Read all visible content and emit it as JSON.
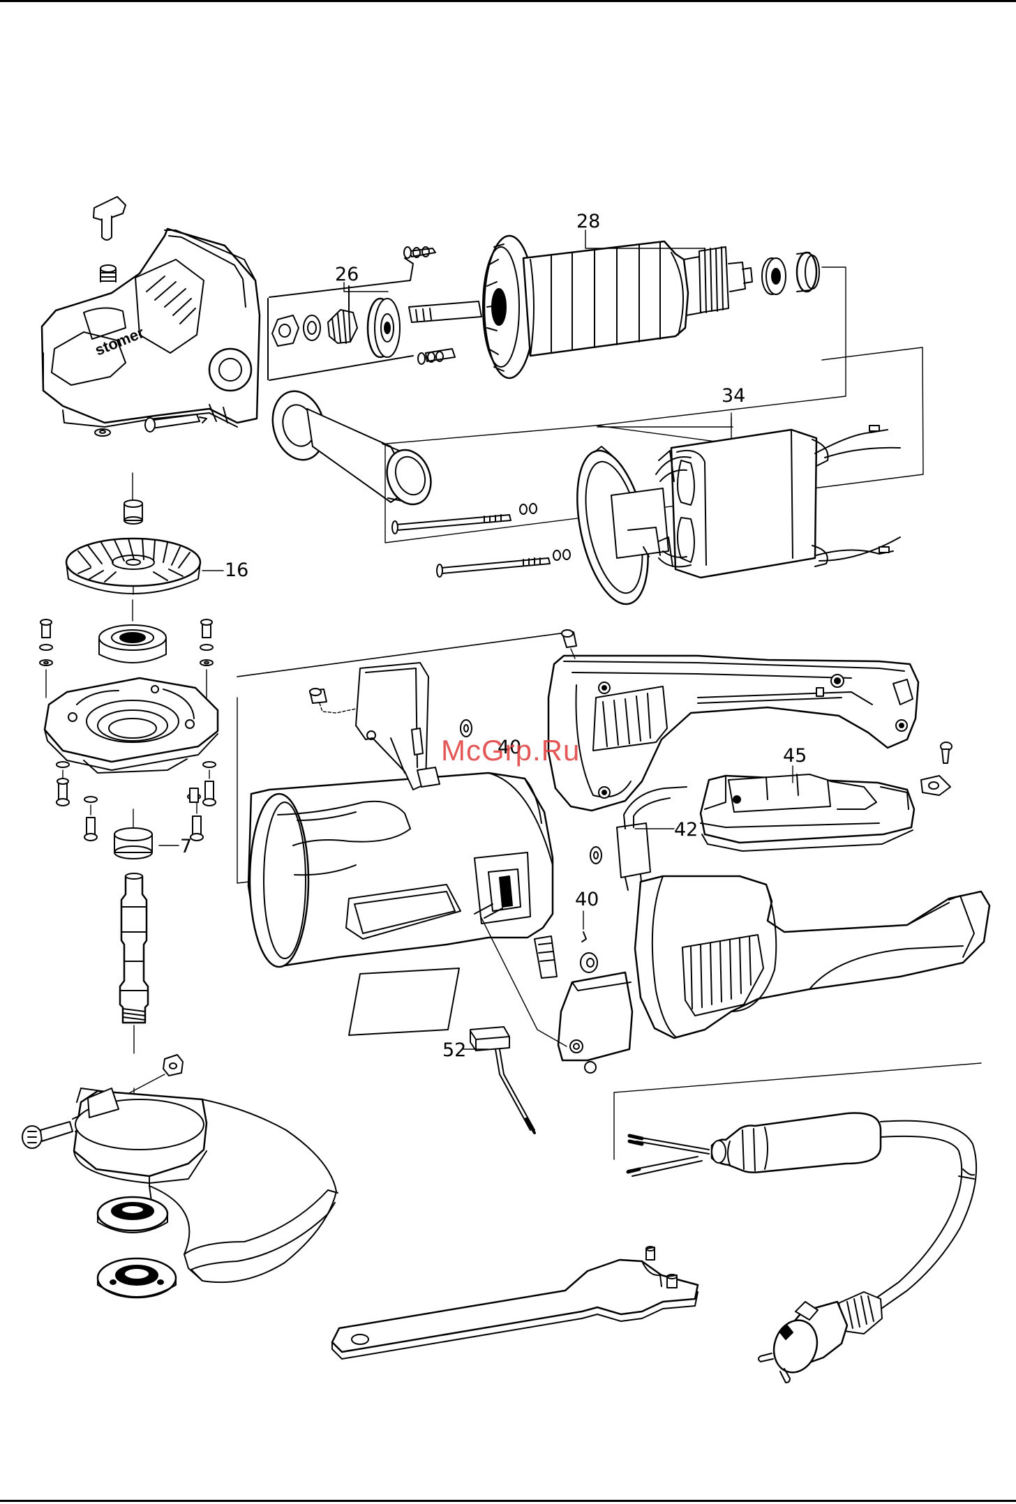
{
  "watermark": "McGrp.Ru",
  "brand_logo": "stomer",
  "callouts": [
    {
      "id": "28",
      "text": "28"
    },
    {
      "id": "26",
      "text": "26"
    },
    {
      "id": "34",
      "text": "34"
    },
    {
      "id": "16",
      "text": "16"
    },
    {
      "id": "40a",
      "text": "40"
    },
    {
      "id": "45",
      "text": "45"
    },
    {
      "id": "42",
      "text": "42"
    },
    {
      "id": "7",
      "text": "7"
    },
    {
      "id": "40b",
      "text": "40"
    },
    {
      "id": "52",
      "text": "52"
    }
  ],
  "parts": [
    "spindle-lock-button",
    "gear-housing",
    "bevel-pinion",
    "bearing",
    "armature",
    "side-handle",
    "air-baffle",
    "stator",
    "bevel-gear",
    "bearing-plate",
    "spindle",
    "motor-housing",
    "brush-holder",
    "carbon-brush",
    "switch",
    "rear-handle",
    "power-cord",
    "wheel-guard",
    "flange-nut",
    "spanner-wrench"
  ]
}
